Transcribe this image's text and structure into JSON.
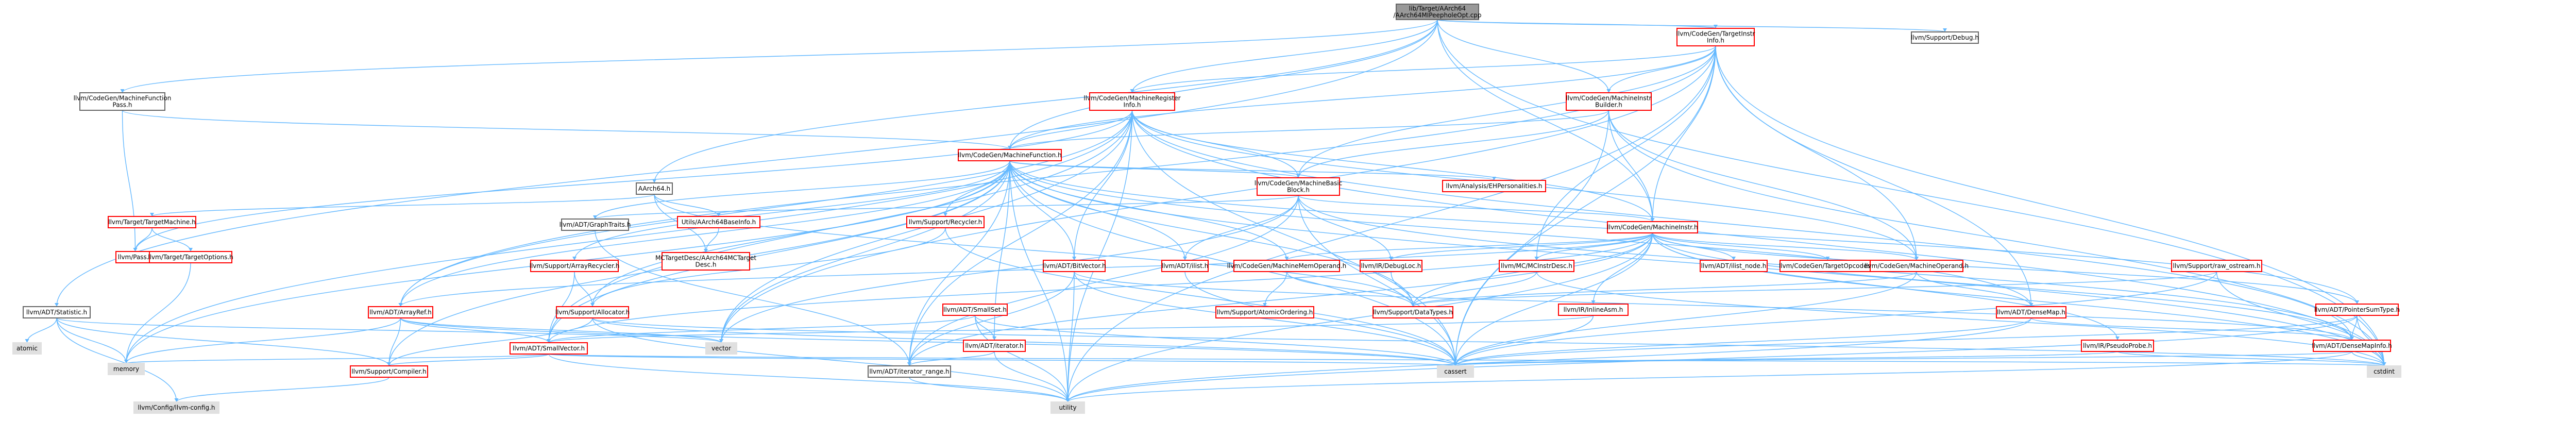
{
  "colors": {
    "root_fill": "#999999",
    "node_fill": "#ffffff",
    "node_stroke_red": "#ff0000",
    "node_stroke_gray": "#666666",
    "leaf_fill": "#e0e0e0",
    "edge": "#63b8ff"
  },
  "nodes": {
    "root": [
      "lib/Target/AArch64",
      "/AArch64MIPeepholeOpt.cpp"
    ],
    "tii": [
      "llvm/CodeGen/TargetInstr",
      "Info.h"
    ],
    "debug": [
      "llvm/Support/Debug.h"
    ],
    "mfpass": [
      "llvm/CodeGen/MachineFunction",
      "Pass.h"
    ],
    "mri": [
      "llvm/CodeGen/MachineRegister",
      "Info.h"
    ],
    "mib": [
      "llvm/CodeGen/MachineInstr",
      "Builder.h"
    ],
    "mf": [
      "llvm/CodeGen/MachineFunction.h"
    ],
    "aarch64": [
      "AArch64.h"
    ],
    "mbb": [
      "llvm/CodeGen/MachineBasic",
      "Block.h"
    ],
    "eh": [
      "llvm/Analysis/EHPersonalities.h"
    ],
    "tm": [
      "llvm/Target/TargetMachine.h"
    ],
    "gtraits": [
      "llvm/ADT/GraphTraits.h"
    ],
    "utils": [
      "Utils/AArch64BaseInfo.h"
    ],
    "recycler": [
      "llvm/Support/Recycler.h"
    ],
    "mi": [
      "llvm/CodeGen/MachineInstr.h"
    ],
    "pass": [
      "llvm/Pass.h"
    ],
    "topts": [
      "llvm/Target/TargetOptions.h"
    ],
    "mctd": [
      "MCTargetDesc/AArch64MCTarget",
      "Desc.h"
    ],
    "arecycler": [
      "llvm/Support/ArrayRecycler.h"
    ],
    "bitvector": [
      "llvm/ADT/BitVector.h"
    ],
    "ilist": [
      "llvm/ADT/ilist.h"
    ],
    "mmo": [
      "llvm/CodeGen/MachineMemOperand.h"
    ],
    "dloc": [
      "llvm/IR/DebugLoc.h"
    ],
    "mcinstrdesc": [
      "llvm/MC/MCInstrDesc.h"
    ],
    "ilistnode": [
      "llvm/ADT/ilist_node.h"
    ],
    "tgtopcodes": [
      "llvm/CodeGen/TargetOpcodes.h"
    ],
    "mop": [
      "llvm/CodeGen/MachineOperand.h"
    ],
    "raw": [
      "llvm/Support/raw_ostream.h"
    ],
    "pst": [
      "llvm/ADT/PointerSumType.h"
    ],
    "statistic": [
      "llvm/ADT/Statistic.h"
    ],
    "smallset": [
      "llvm/ADT/SmallSet.h"
    ],
    "inlineasm": [
      "llvm/IR/InlineAsm.h"
    ],
    "atomic_ord": [
      "llvm/Support/AtomicOrdering.h"
    ],
    "datatypes": [
      "llvm/Support/DataTypes.h"
    ],
    "densemap": [
      "llvm/ADT/DenseMap.h"
    ],
    "arrayref": [
      "llvm/ADT/ArrayRef.h"
    ],
    "allocator": [
      "llvm/Support/Allocator.h"
    ],
    "pseudoprobe": [
      "llvm/IR/PseudoProbe.h"
    ],
    "densemapinfo": [
      "llvm/ADT/DenseMapInfo.h"
    ],
    "iterator": [
      "llvm/ADT/iterator.h"
    ],
    "atomic": [
      "atomic"
    ],
    "vector": [
      "vector"
    ],
    "smallvector": [
      "llvm/ADT/SmallVector.h"
    ],
    "memory": [
      "memory"
    ],
    "compiler": [
      "llvm/Support/Compiler.h"
    ],
    "iterrange": [
      "llvm/ADT/iterator_range.h"
    ],
    "cassert": [
      "cassert"
    ],
    "cstdint": [
      "cstdint"
    ],
    "config": [
      "llvm/Config/llvm-config.h"
    ],
    "utility": [
      "utility"
    ]
  }
}
